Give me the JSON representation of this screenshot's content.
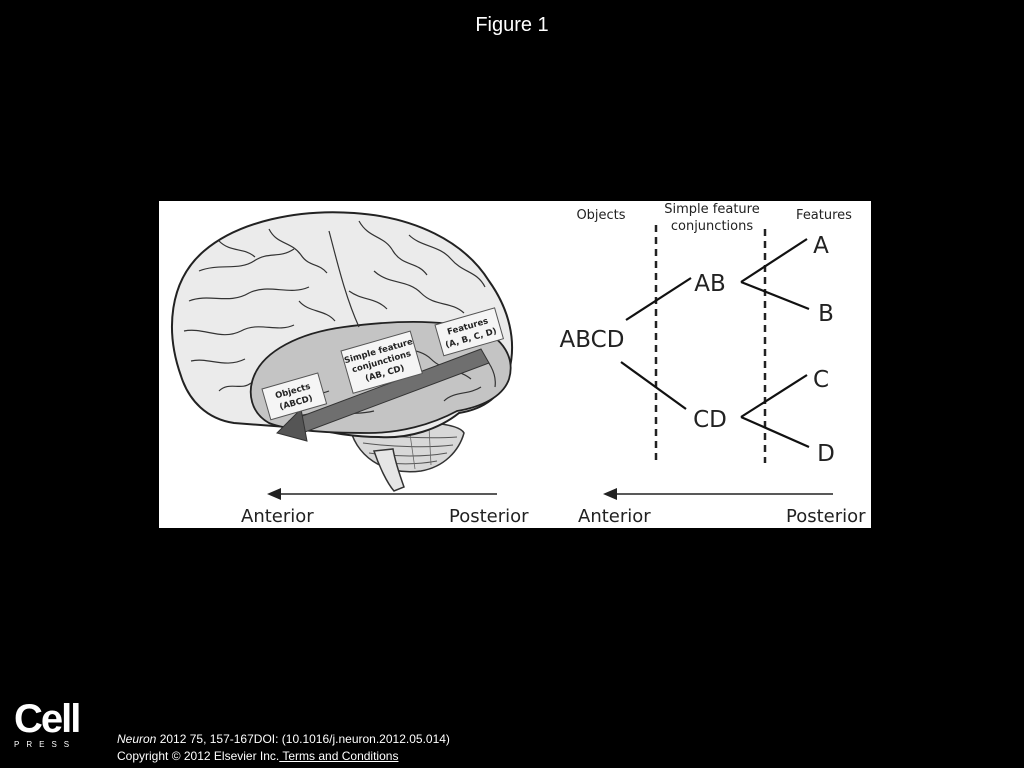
{
  "slide": {
    "title": "Figure 1"
  },
  "figure": {
    "brain_panel": {
      "box_objects_line1": "Objects",
      "box_objects_line2": "(ABCD)",
      "box_simple_line1": "Simple feature",
      "box_simple_line2": "conjunctions",
      "box_simple_line3": "(AB, CD)",
      "box_features_line1": "Features",
      "box_features_line2": "(A, B, C, D)",
      "axis_anterior": "Anterior",
      "axis_posterior": "Posterior"
    },
    "hierarchy_panel": {
      "header_objects": "Objects",
      "header_simple_line1": "Simple feature",
      "header_simple_line2": "conjunctions",
      "header_features": "Features",
      "node_abcd": "ABCD",
      "node_ab": "AB",
      "node_cd": "CD",
      "node_a": "A",
      "node_b": "B",
      "node_c": "C",
      "node_d": "D",
      "axis_anterior": "Anterior",
      "axis_posterior": "Posterior"
    }
  },
  "footer": {
    "logo_word": "Cell",
    "logo_press": "PRESS",
    "journal": "Neuron",
    "citation_rest": " 2012 75, 157-167DOI: (10.1016/j.neuron.2012.05.014)",
    "copyright": "Copyright © 2012 Elsevier Inc.",
    "terms_link": " Terms and Conditions"
  }
}
